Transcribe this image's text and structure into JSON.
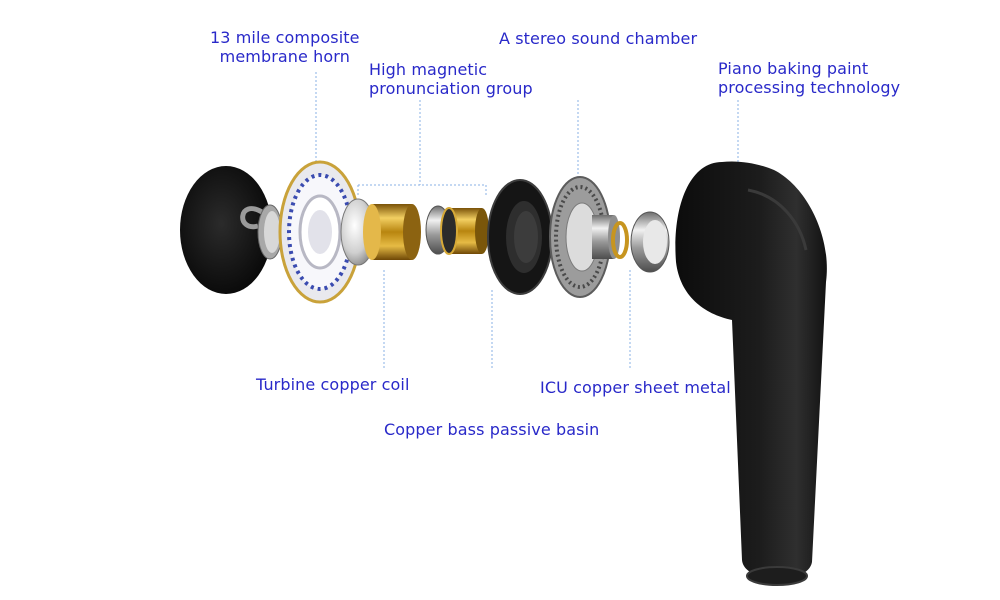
{
  "labels": {
    "membrane_horn": [
      "13 mile composite",
      "membrane horn"
    ],
    "magnetic_group": [
      "High magnetic",
      "pronunciation group"
    ],
    "sound_chamber": "A stereo sound chamber",
    "baking_paint": [
      "Piano baking paint",
      "processing technology"
    ],
    "copper_coil": "Turbine copper coil",
    "copper_basin": "Copper bass passive basin",
    "icu_metal": "ICU copper sheet metal"
  },
  "colors": {
    "label_text": "#2929c9",
    "leader_line": "#8ab0e6",
    "earbud_black": "#141414",
    "copper": "#c7951f",
    "chrome": "#bcbcbc"
  }
}
